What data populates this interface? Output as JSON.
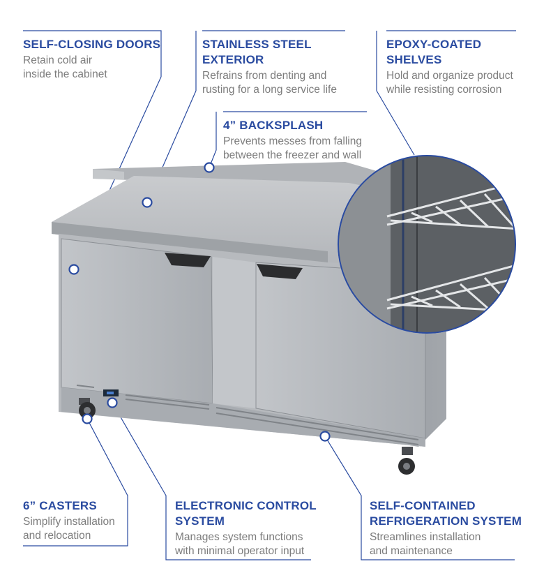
{
  "callouts": {
    "self_closing_doors": {
      "title": "SELF-CLOSING DOORS",
      "desc": "Retain cold air\ninside the cabinet"
    },
    "stainless_steel": {
      "title": "STAINLESS STEEL\nEXTERIOR",
      "desc": "Refrains from denting and\nrusting for a long service life"
    },
    "epoxy_shelves": {
      "title": "EPOXY-COATED\nSHELVES",
      "desc": "Hold and organize product\nwhile resisting corrosion"
    },
    "backsplash": {
      "title": "4” BACKSPLASH",
      "desc": "Prevents messes from falling\nbetween the freezer and wall"
    },
    "casters": {
      "title": "6” CASTERS",
      "desc": "Simplify installation\nand relocation"
    },
    "electronic_control": {
      "title": "ELECTRONIC CONTROL\nSYSTEM",
      "desc": "Manages system functions\nwith minimal operator input"
    },
    "refrigeration": {
      "title": "SELF-CONTAINED\nREFRIGERATION SYSTEM",
      "desc": "Streamlines installation\nand maintenance"
    }
  },
  "colors": {
    "accent": "#2a4ba0",
    "text_muted": "#7c7c7c",
    "steel": "#b9bcc0"
  },
  "images": {
    "product": "undercounter-freezer-two-door",
    "inset": "epoxy-coated-wire-shelves-closeup"
  }
}
